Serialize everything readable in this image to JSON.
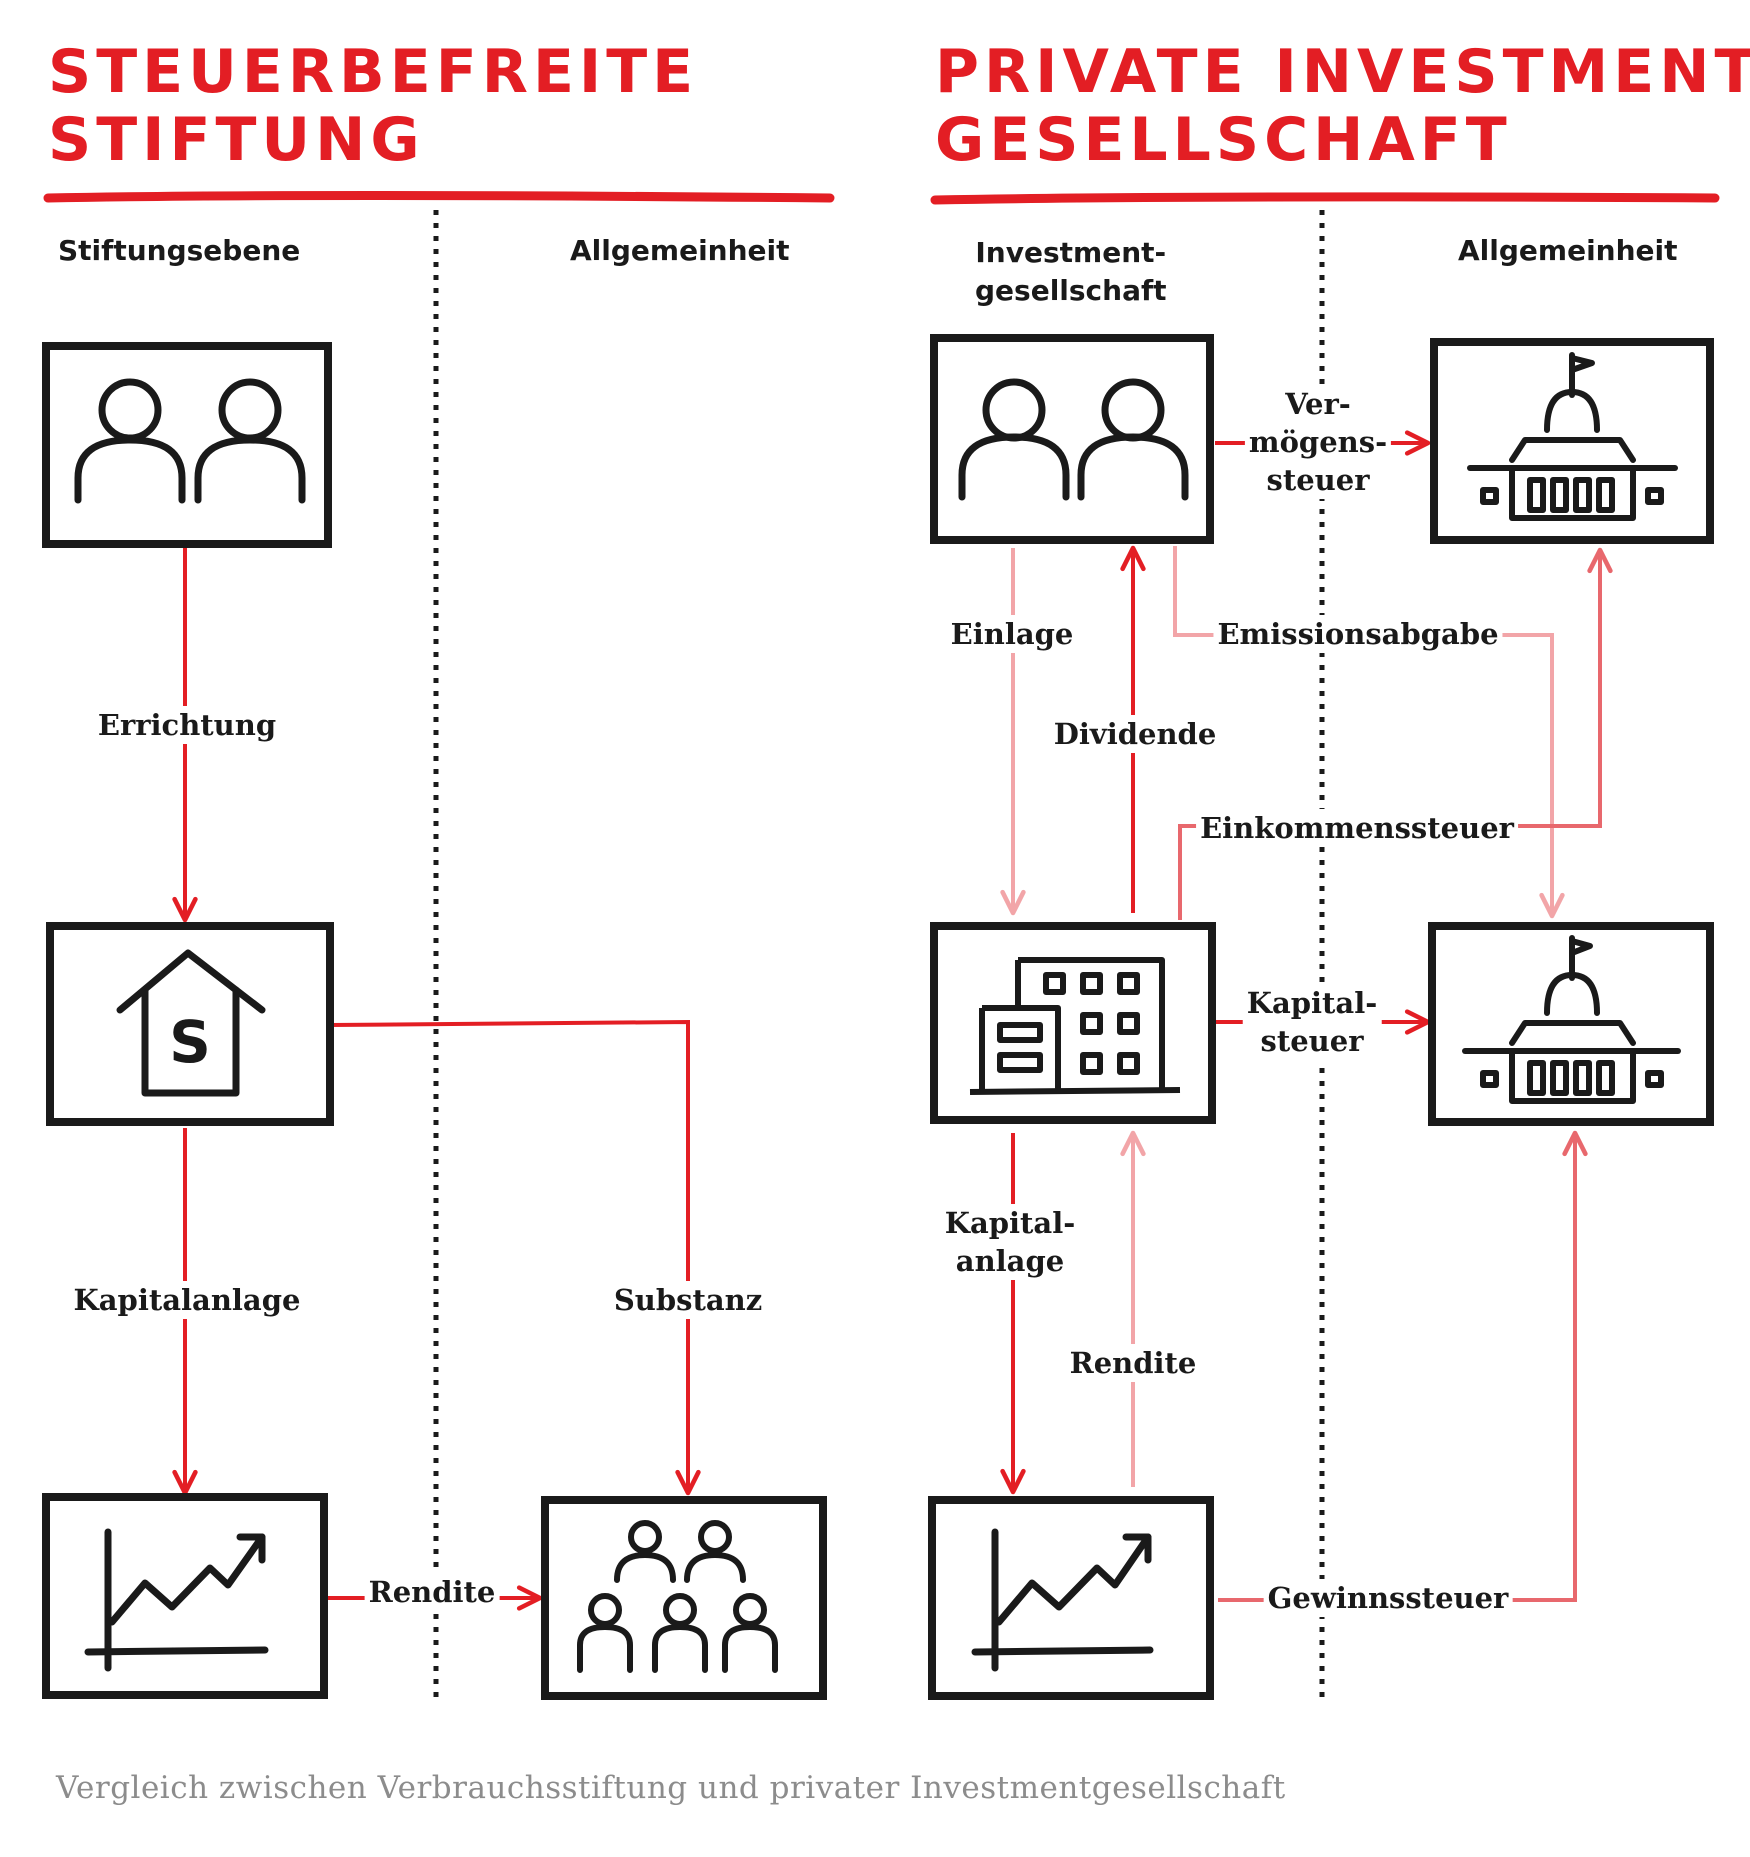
{
  "colors": {
    "accent": "#e31e24",
    "accent_light": "#f2a5a8",
    "accent_mid": "#e8686d",
    "ink": "#1a1a1a",
    "caption": "#8c8c8c"
  },
  "left_panel": {
    "title_line1": "STEUERBEFREITE",
    "title_line2": "STIFTUNG",
    "col_left": "Stiftungsebene",
    "col_right": "Allgemeinheit",
    "boxes": {
      "founders": "people-pair-icon",
      "foundation": "house-dollar-icon",
      "investment": "growth-chart-icon",
      "public": "crowd-icon"
    },
    "labels": {
      "errichtung": "Errichtung",
      "kapitalanlage": "Kapitalanlage",
      "substanz": "Substanz",
      "rendite": "Rendite"
    }
  },
  "right_panel": {
    "title_line1": "PRIVATE INVESTMENT-",
    "title_line2": "GESELLSCHAFT",
    "col_left": "Investment-\ngesellschaft",
    "col_right": "Allgemeinheit",
    "boxes": {
      "owners": "people-pair-icon",
      "company": "office-building-icon",
      "investment": "growth-chart-icon",
      "state_top": "government-building-icon",
      "state_bottom": "government-building-icon"
    },
    "labels": {
      "vermoegenssteuer": "Ver-\nmögens-\nsteuer",
      "einlage": "Einlage",
      "emissionsabgabe": "Emissionsabgabe",
      "dividende": "Dividende",
      "einkommenssteuer": "Einkommenssteuer",
      "kapitalsteuer": "Kapital-\nsteuer",
      "kapitalanlage": "Kapital-\nanlage",
      "rendite": "Rendite",
      "gewinnssteuer": "Gewinnssteuer"
    }
  },
  "caption": "Vergleich zwischen Verbrauchsstiftung und privater Investmentgesellschaft"
}
